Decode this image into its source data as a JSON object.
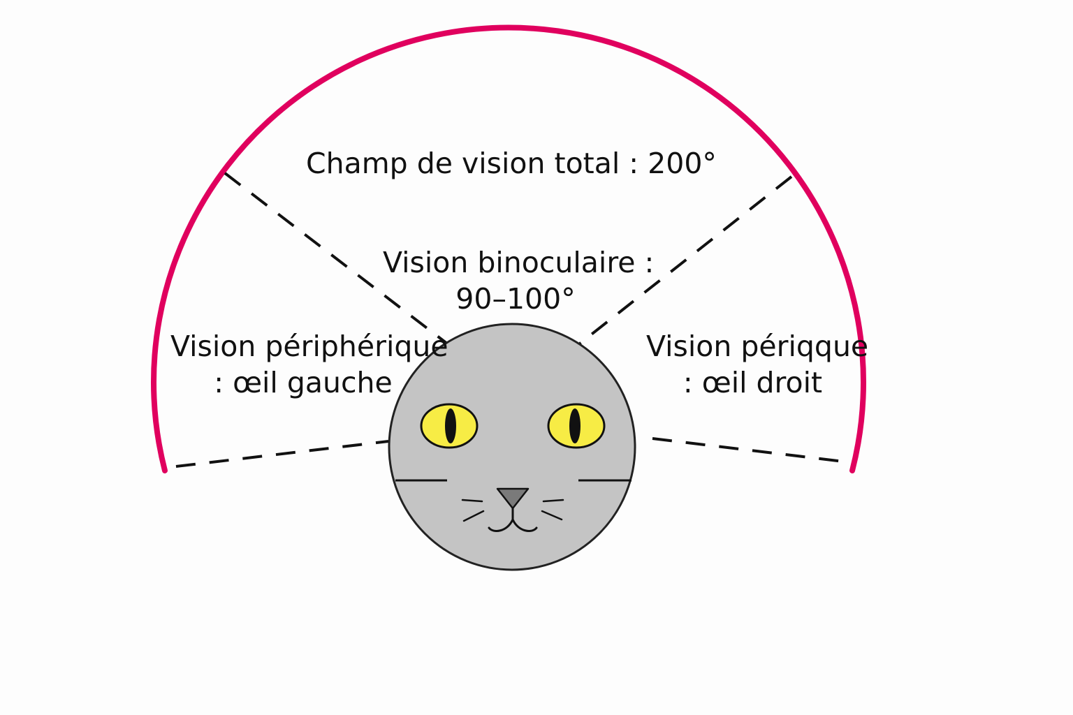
{
  "colors": {
    "background": "#fdfdfd",
    "field_arc": "#e0005e",
    "dashed_lines": "#111111",
    "cat_face": "#c4c4c4",
    "cat_outline": "#222222",
    "eye_iris": "#f7ec45",
    "pupil": "#111111",
    "nose": "#7a7a7a"
  },
  "labels": {
    "total_field": "Champ de vision total : 200°",
    "binocular": {
      "line1": "Vision binoculaire :",
      "line2": "90–100°"
    },
    "peripheral_left": {
      "line1": "Vision périphérique",
      "line2": ": œil gauche"
    },
    "peripheral_right": {
      "line1": "Vision périqque",
      "line2": ": œil droit"
    }
  },
  "icons": {
    "center": "cat-face-icon"
  }
}
